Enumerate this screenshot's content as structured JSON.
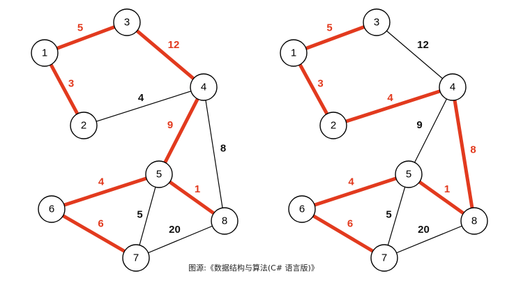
{
  "caption": "图源:《数据结构与算法(C# 语言版)》",
  "colors": {
    "highlight": "#e23a1e",
    "normal": "#111111"
  },
  "graphs": [
    {
      "nodes": [
        {
          "id": "1",
          "label": "1"
        },
        {
          "id": "2",
          "label": "2"
        },
        {
          "id": "3",
          "label": "3"
        },
        {
          "id": "4",
          "label": "4"
        },
        {
          "id": "5",
          "label": "5"
        },
        {
          "id": "6",
          "label": "6"
        },
        {
          "id": "7",
          "label": "7"
        },
        {
          "id": "8",
          "label": "8"
        }
      ],
      "edges": [
        {
          "from": "1",
          "to": "3",
          "weight": "5",
          "highlighted": true
        },
        {
          "from": "1",
          "to": "2",
          "weight": "3",
          "highlighted": true
        },
        {
          "from": "3",
          "to": "4",
          "weight": "12",
          "highlighted": true
        },
        {
          "from": "2",
          "to": "4",
          "weight": "4",
          "highlighted": false
        },
        {
          "from": "4",
          "to": "5",
          "weight": "9",
          "highlighted": true
        },
        {
          "from": "4",
          "to": "8",
          "weight": "8",
          "highlighted": false
        },
        {
          "from": "5",
          "to": "6",
          "weight": "4",
          "highlighted": true
        },
        {
          "from": "5",
          "to": "8",
          "weight": "1",
          "highlighted": true
        },
        {
          "from": "5",
          "to": "7",
          "weight": "5",
          "highlighted": false
        },
        {
          "from": "6",
          "to": "7",
          "weight": "6",
          "highlighted": true
        },
        {
          "from": "7",
          "to": "8",
          "weight": "20",
          "highlighted": false
        }
      ]
    },
    {
      "nodes": [
        {
          "id": "1",
          "label": "1"
        },
        {
          "id": "2",
          "label": "2"
        },
        {
          "id": "3",
          "label": "3"
        },
        {
          "id": "4",
          "label": "4"
        },
        {
          "id": "5",
          "label": "5"
        },
        {
          "id": "6",
          "label": "6"
        },
        {
          "id": "7",
          "label": "7"
        },
        {
          "id": "8",
          "label": "8"
        }
      ],
      "edges": [
        {
          "from": "1",
          "to": "3",
          "weight": "5",
          "highlighted": true
        },
        {
          "from": "1",
          "to": "2",
          "weight": "3",
          "highlighted": true
        },
        {
          "from": "3",
          "to": "4",
          "weight": "12",
          "highlighted": false
        },
        {
          "from": "2",
          "to": "4",
          "weight": "4",
          "highlighted": true
        },
        {
          "from": "4",
          "to": "5",
          "weight": "9",
          "highlighted": false
        },
        {
          "from": "4",
          "to": "8",
          "weight": "8",
          "highlighted": true
        },
        {
          "from": "5",
          "to": "6",
          "weight": "4",
          "highlighted": true
        },
        {
          "from": "5",
          "to": "8",
          "weight": "1",
          "highlighted": true
        },
        {
          "from": "5",
          "to": "7",
          "weight": "5",
          "highlighted": false
        },
        {
          "from": "6",
          "to": "7",
          "weight": "6",
          "highlighted": true
        },
        {
          "from": "7",
          "to": "8",
          "weight": "20",
          "highlighted": false
        }
      ]
    }
  ]
}
